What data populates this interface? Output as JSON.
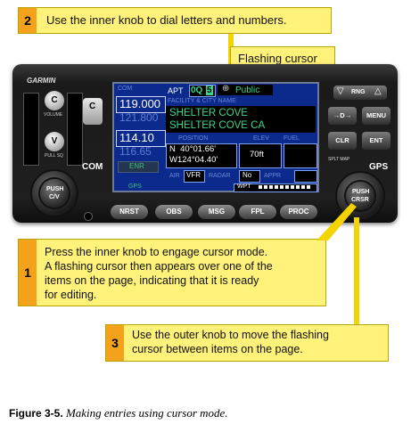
{
  "callouts": {
    "c2": {
      "num": "2",
      "text": "Use the inner knob to dial letters and numbers."
    },
    "flash": {
      "text": "Flashing cursor"
    },
    "c1": {
      "num": "1",
      "lines": [
        "Press the inner knob to engage cursor mode.",
        "A flashing cursor then appears over one of the",
        "items on the page, indicating that it is ready",
        "for editing."
      ]
    },
    "c3": {
      "num": "3",
      "lines": [
        "Use the outer knob to move the flashing",
        "cursor between items on the page."
      ]
    }
  },
  "unit": {
    "brand": "GARMIN",
    "com_label": "COM",
    "gps_label": "GPS",
    "volume_label": "VOLUME",
    "squelch_label": "PULL SQ",
    "left_knob": [
      "PUSH",
      "C/V"
    ],
    "right_knob": [
      "PUSH",
      "CRSR"
    ],
    "small_knob_c": "C",
    "small_knob_v": "V",
    "swap_label": "C",
    "softkeys": [
      "NRST",
      "OBS",
      "MSG",
      "FPL",
      "PROC"
    ],
    "right_buttons": {
      "ring": "RNG",
      "menu": "MENU",
      "clr": "CLR",
      "ent": "ENT",
      "dir": "→D→",
      "split": "SPLT MAP"
    },
    "screen": {
      "com_label": "COM",
      "com_active": "119.000",
      "com_standby": "121.800",
      "nav_active": "114.10",
      "nav_standby": "116.65",
      "enr": "ENR",
      "gps": "GPS",
      "apt_label": "APT",
      "apt_id": "0Q",
      "apt_id_cursor": "5",
      "apt_type": "Public",
      "facility_label": "FACILITY & CITY NAME",
      "facility_name": "SHELTER COVE",
      "facility_city": "SHELTER COVE CA",
      "pos_label": "POSITION",
      "elev_label": "ELEV",
      "fuel_label": "FUEL",
      "lat": "N  40°01.66'",
      "lon": "W124°04.40'",
      "elev": "70ft",
      "air_label": "AIR",
      "vfr": "VFR",
      "radar_label": "RADAR",
      "radar_val": "No",
      "approach_label": "APPR",
      "wpt": "WPT"
    }
  },
  "caption": {
    "label": "Figure 3-5.",
    "text": "Making entries using cursor mode."
  },
  "colors": {
    "callout_fill": "#fff27a",
    "badge": "#f4a21b",
    "screen": "#0b2a8c",
    "pointer": "#f3d400"
  }
}
